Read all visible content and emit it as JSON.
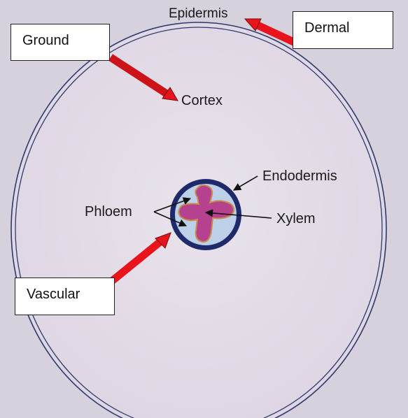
{
  "colors": {
    "background": "#d9d4df",
    "cortex_fill": "#e6dfe8",
    "outline": "#2e3a6e",
    "endodermis_ring": "#1f2a6b",
    "phloem_fill": "#bcd0e8",
    "xylem_fill": "#b5418f",
    "xylem_edge": "#c98a4a",
    "arrow_red": "#e8141b",
    "arrow_black": "#111111",
    "callout_bg": "#ffffff"
  },
  "labels": {
    "epidermis": "Epidermis",
    "cortex": "Cortex",
    "endodermis": "Endodermis",
    "phloem": "Phloem",
    "xylem": "Xylem"
  },
  "callouts": {
    "ground": "Ground",
    "dermal": "Dermal",
    "vascular": "Vascular"
  },
  "icons": {
    "arrow": "red-block-arrow-icon",
    "pointer": "black-line-arrow-icon"
  }
}
